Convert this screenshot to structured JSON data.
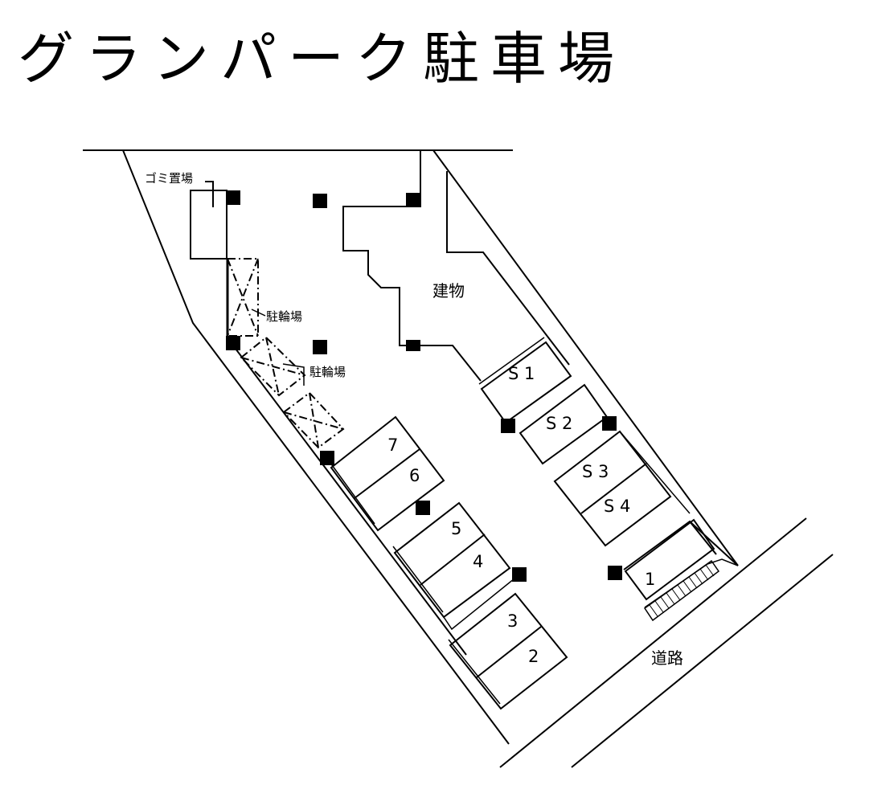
{
  "title": "グランパーク駐車場",
  "labels": {
    "garbage": "ゴミ置場",
    "bicycle_1": "駐輪場",
    "bicycle_2": "駐輪場",
    "building": "建物",
    "road": "道路"
  },
  "spaces": {
    "s1": "S 1",
    "s2": "S 2",
    "s3": "S 3",
    "s4": "S 4",
    "p1": "1",
    "p2": "2",
    "p3": "3",
    "p4": "4",
    "p5": "5",
    "p6": "6",
    "p7": "7"
  },
  "colors": {
    "line": "#000000",
    "background": "#ffffff"
  }
}
